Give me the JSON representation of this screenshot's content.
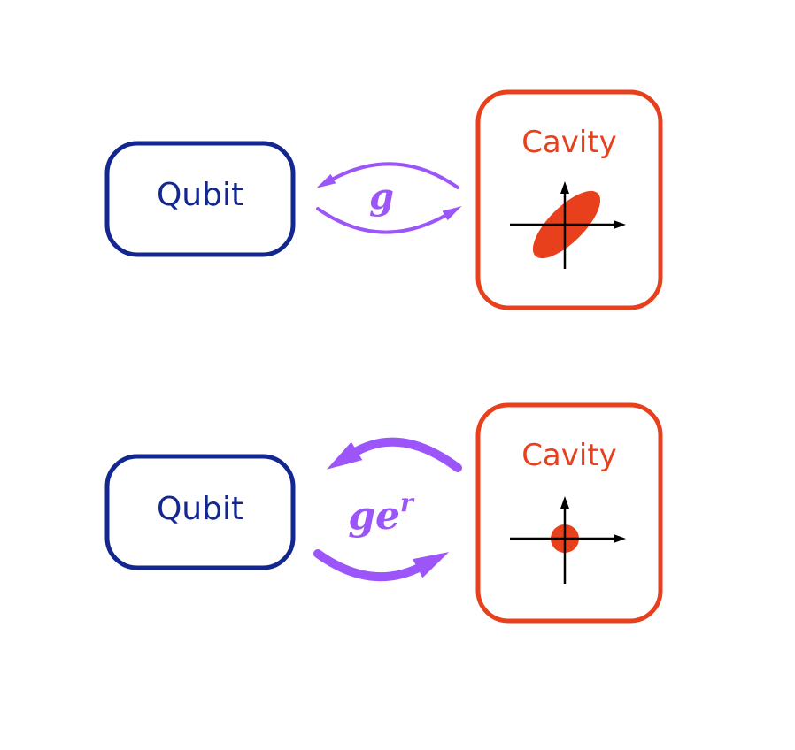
{
  "colors": {
    "qubit": "#13278f",
    "cavity": "#e8401c",
    "coupling": "#9b55f8",
    "axes": "#000000"
  },
  "panels": [
    {
      "qubit_label": "Qubit",
      "cavity_label": "Cavity",
      "coupling_base": "g",
      "coupling_superscript": "",
      "arrow_weight": "thin",
      "phase_space_state": "squeezed-ellipse"
    },
    {
      "qubit_label": "Qubit",
      "cavity_label": "Cavity",
      "coupling_base": "ge",
      "coupling_superscript": "r",
      "arrow_weight": "thick",
      "phase_space_state": "coherent-disk"
    }
  ]
}
